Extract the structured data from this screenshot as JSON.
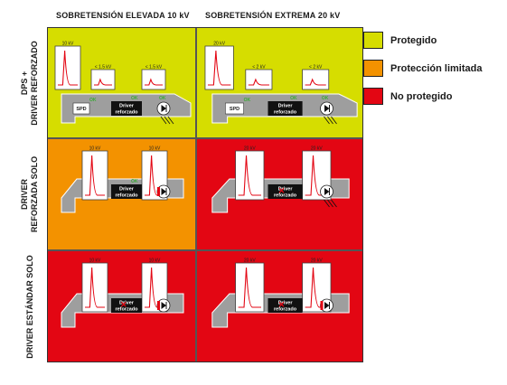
{
  "columns": [
    "SOBRETENSIÓN ELEVADA 10 kV",
    "SOBRETENSIÓN EXTREMA 20 kV"
  ],
  "rows": [
    {
      "label_line1": "DPS +",
      "label_line2": "DRIVER REFORZADO"
    },
    {
      "label_line1": "DRIVER",
      "label_line2": "REFORZADA SOLO"
    },
    {
      "label_line1": "",
      "label_line2": "DRIVER ESTÁNDAR SOLO"
    }
  ],
  "legend": [
    {
      "label": "Protegido",
      "color": "#d6dd00"
    },
    {
      "label": "Protección limitada",
      "color": "#f39200"
    },
    {
      "label": "No protegido",
      "color": "#e30613"
    }
  ],
  "colors": {
    "protected": "#d6dd00",
    "limited": "#f39200",
    "unprotected": "#e30613",
    "ok": "#3aaa35",
    "pulse": "#e30613"
  },
  "labels": {
    "spd": "SPD",
    "driver_line1": "Driver",
    "driver_line2": "reforzado",
    "ok": "OK"
  },
  "cells": [
    {
      "row": 0,
      "col": 0,
      "status": "protected",
      "has_spd": true,
      "driver_ok": true,
      "lamp": "ok",
      "emits_light": true,
      "pulses": [
        {
          "label": "10 kV",
          "big": true
        },
        {
          "label": "< 1.5 kV",
          "big": false
        },
        {
          "label": "< 1.5 kV",
          "big": false
        }
      ]
    },
    {
      "row": 0,
      "col": 1,
      "status": "protected",
      "has_spd": true,
      "driver_ok": true,
      "lamp": "ok",
      "emits_light": true,
      "pulses": [
        {
          "label": "20 kV",
          "big": true
        },
        {
          "label": "< 2 kV",
          "big": false
        },
        {
          "label": "< 2 kV",
          "big": false
        }
      ]
    },
    {
      "row": 1,
      "col": 0,
      "status": "limited",
      "has_spd": false,
      "driver_ok": true,
      "lamp": "failed",
      "emits_light": false,
      "pulses": [
        {
          "label": "10 kV",
          "big": true
        },
        {
          "label": "10 kV",
          "big": true
        }
      ]
    },
    {
      "row": 1,
      "col": 1,
      "status": "unprotected",
      "has_spd": false,
      "driver_ok": false,
      "lamp": "ok",
      "emits_light": true,
      "pulses": [
        {
          "label": "20 kV",
          "big": true
        },
        {
          "label": "20 kV",
          "big": true
        }
      ]
    },
    {
      "row": 2,
      "col": 0,
      "status": "unprotected",
      "has_spd": false,
      "driver_ok": false,
      "lamp": "failed",
      "emits_light": false,
      "pulses": [
        {
          "label": "10 kV",
          "big": true
        },
        {
          "label": "10 kV",
          "big": true
        }
      ]
    },
    {
      "row": 2,
      "col": 1,
      "status": "unprotected",
      "has_spd": false,
      "driver_ok": false,
      "lamp": "failed",
      "emits_light": false,
      "pulses": [
        {
          "label": "20 kV",
          "big": true
        },
        {
          "label": "20 kV",
          "big": true
        }
      ]
    }
  ]
}
